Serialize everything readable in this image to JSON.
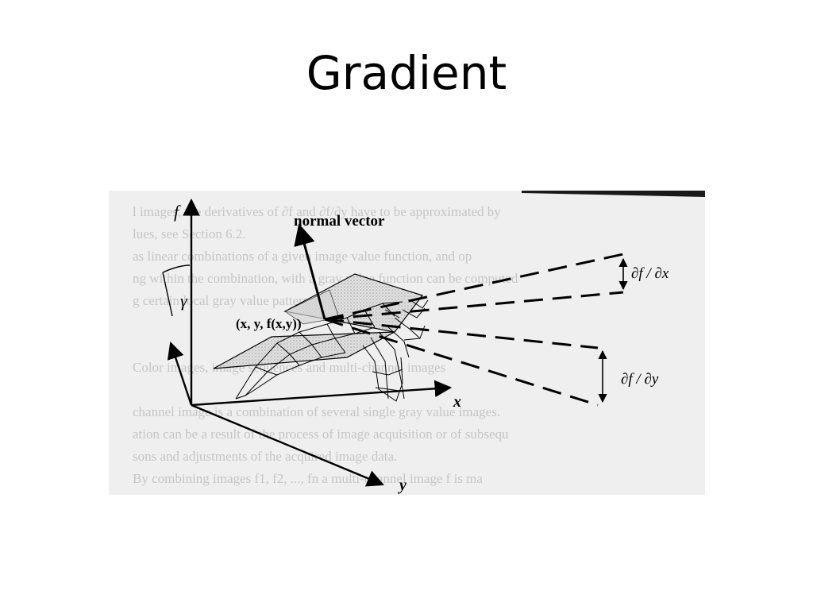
{
  "slide": {
    "title": "Gradient"
  },
  "figure": {
    "labels": {
      "f_axis": "f",
      "x_axis": "x",
      "y_axis": "y",
      "gamma": "γ",
      "normal_vector": "normal vector",
      "point": "(x, y, f(x,y))",
      "df_dx": "∂f / ∂x",
      "df_dy": "∂f / ∂y"
    },
    "background_text": [
      "l images, the derivatives of ∂f and ∂f/∂y have to be approximated by",
      "lues, see Section 6.2.",
      "as linear combinations of a given image value function, and op",
      "ng within the combination, with a gray value function can be computed",
      "g certain local gray value patterns.",
      "Color images, image sequences and multi-channel images",
      "channel image is a combination of several single gray value images.",
      "ation can be a result of the process of image acquisition or of subsequ",
      "sons and adjustments of the acquired image data.",
      "By combining images f1, f2, ..., fn a multi-channel image f is ma"
    ]
  }
}
